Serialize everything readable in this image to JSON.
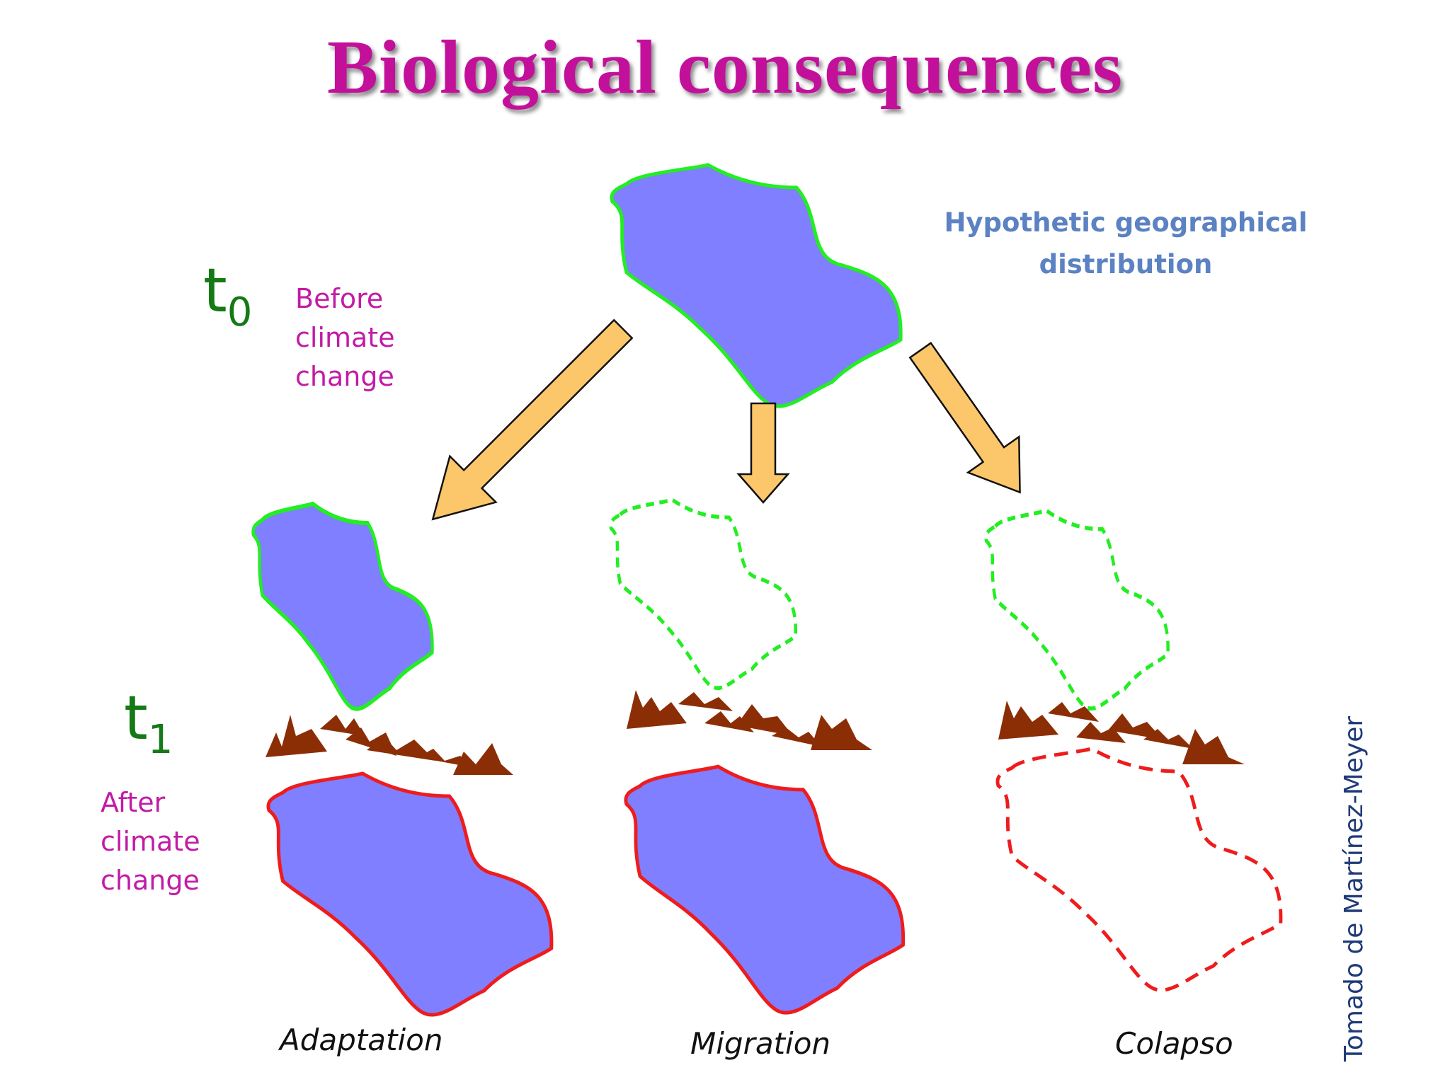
{
  "title": "Biological consequences",
  "t0": {
    "symbol": "t",
    "sub": "0",
    "text": [
      "Before",
      "climate",
      "change"
    ]
  },
  "t1": {
    "symbol": "t",
    "sub": "1",
    "text": [
      "After",
      "climate",
      "change"
    ]
  },
  "distribution_label": [
    "Hypothetic geographical",
    "distribution"
  ],
  "scenarios": [
    "Adaptation",
    "Migration",
    "Colapso"
  ],
  "credit": "Tomado de Martínez-Meyer",
  "colors": {
    "title": "#c3109a",
    "time_label": "#157a15",
    "phase_text": "#c21ba6",
    "distribution_label": "#5b82c2",
    "range_fill": "#7f7fff",
    "before_outline": "#22ee22",
    "after_outline": "#ee1c1c",
    "arrow_fill": "#fcc66a",
    "mountains": "#8b2e06",
    "credit": "#1f3a78"
  }
}
